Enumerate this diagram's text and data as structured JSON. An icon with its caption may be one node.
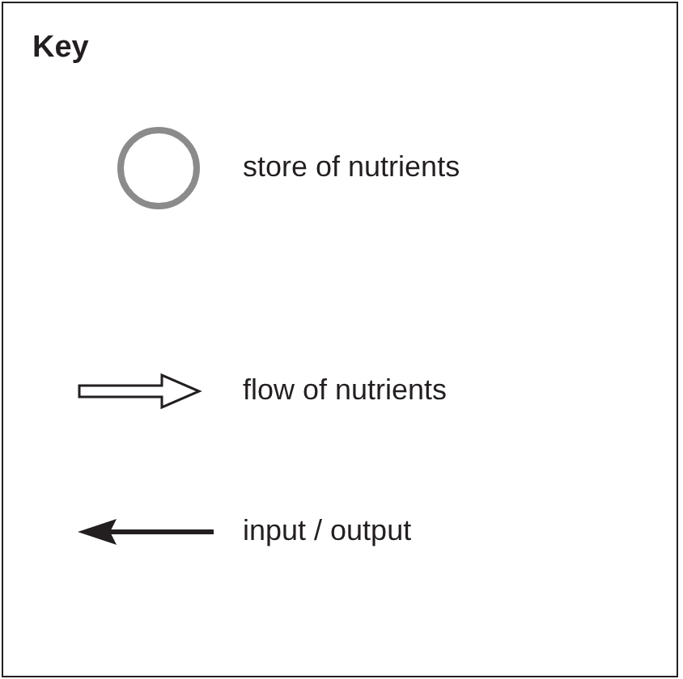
{
  "diagram": {
    "title": "Key",
    "legend": [
      {
        "text": "store of nutrients"
      },
      {
        "text": "flow of nutrients"
      },
      {
        "text": "input / output"
      }
    ]
  }
}
